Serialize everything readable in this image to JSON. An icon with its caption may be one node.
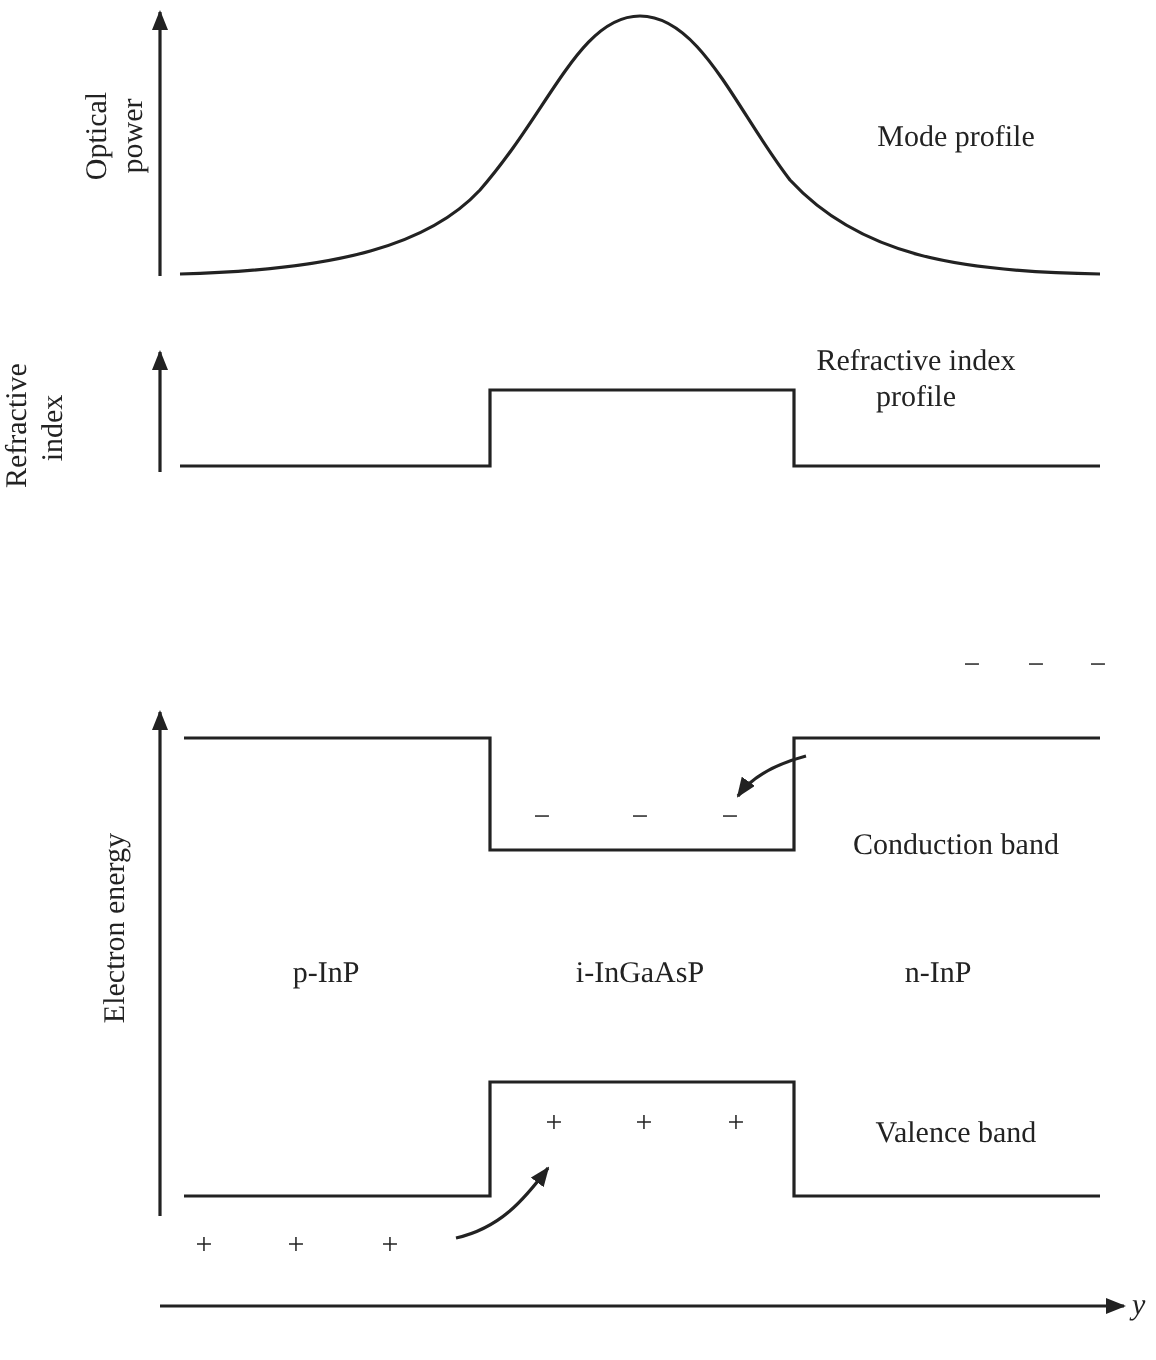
{
  "diagram": {
    "labels": [
      "Optical power",
      "Mode profile",
      "Refractive index",
      "Refractive index profile",
      "−",
      "−",
      "−",
      "Electron energy",
      "−",
      "−",
      "−",
      "Conduction band",
      "p-InP",
      "i-InGaAsP",
      "n-InP",
      "Valence band",
      "+",
      "+",
      "+",
      "+",
      "+",
      "+",
      "y"
    ]
  }
}
